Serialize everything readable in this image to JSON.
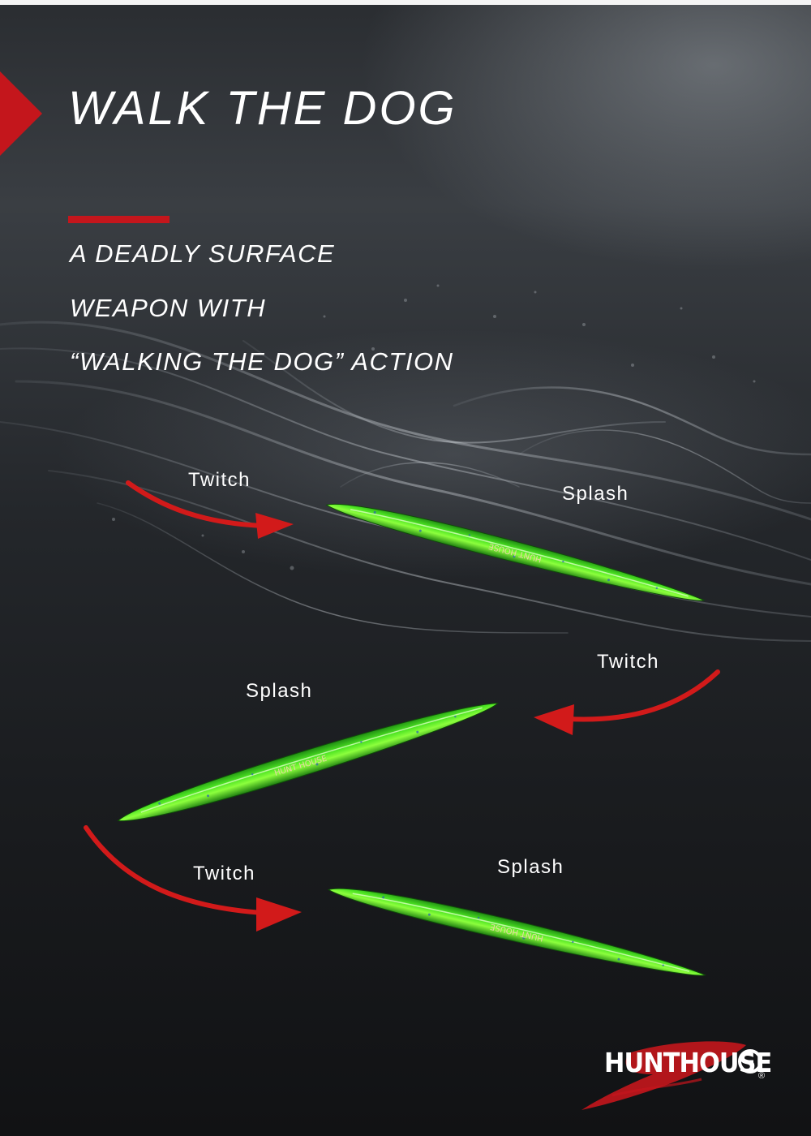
{
  "page": {
    "title": "WALK THE DOG",
    "subtitle_lines": [
      "A DEADLY SURFACE",
      "WEAPON WITH",
      "“WALKING THE DOG” ACTION"
    ]
  },
  "action_labels": [
    {
      "text": "Twitch"
    },
    {
      "text": "Splash"
    },
    {
      "text": "Twitch"
    },
    {
      "text": "Splash"
    },
    {
      "text": "Twitch"
    },
    {
      "text": "Splash"
    }
  ],
  "lures": [
    {
      "imprint": "HUNT HOUSE"
    },
    {
      "imprint": "HUNT HOUSE"
    },
    {
      "imprint": "HUNT HOUSE"
    }
  ],
  "brand": {
    "name": "HUNTHOUSE",
    "registered_mark": "®"
  },
  "colors": {
    "accent_red": "#c4161c",
    "lure_green": "#39d61a",
    "background": "#1a1c1f",
    "text": "#ffffff"
  },
  "icons": [
    "triangle-marker-icon",
    "curved-arrow-icon",
    "brand-logo"
  ]
}
